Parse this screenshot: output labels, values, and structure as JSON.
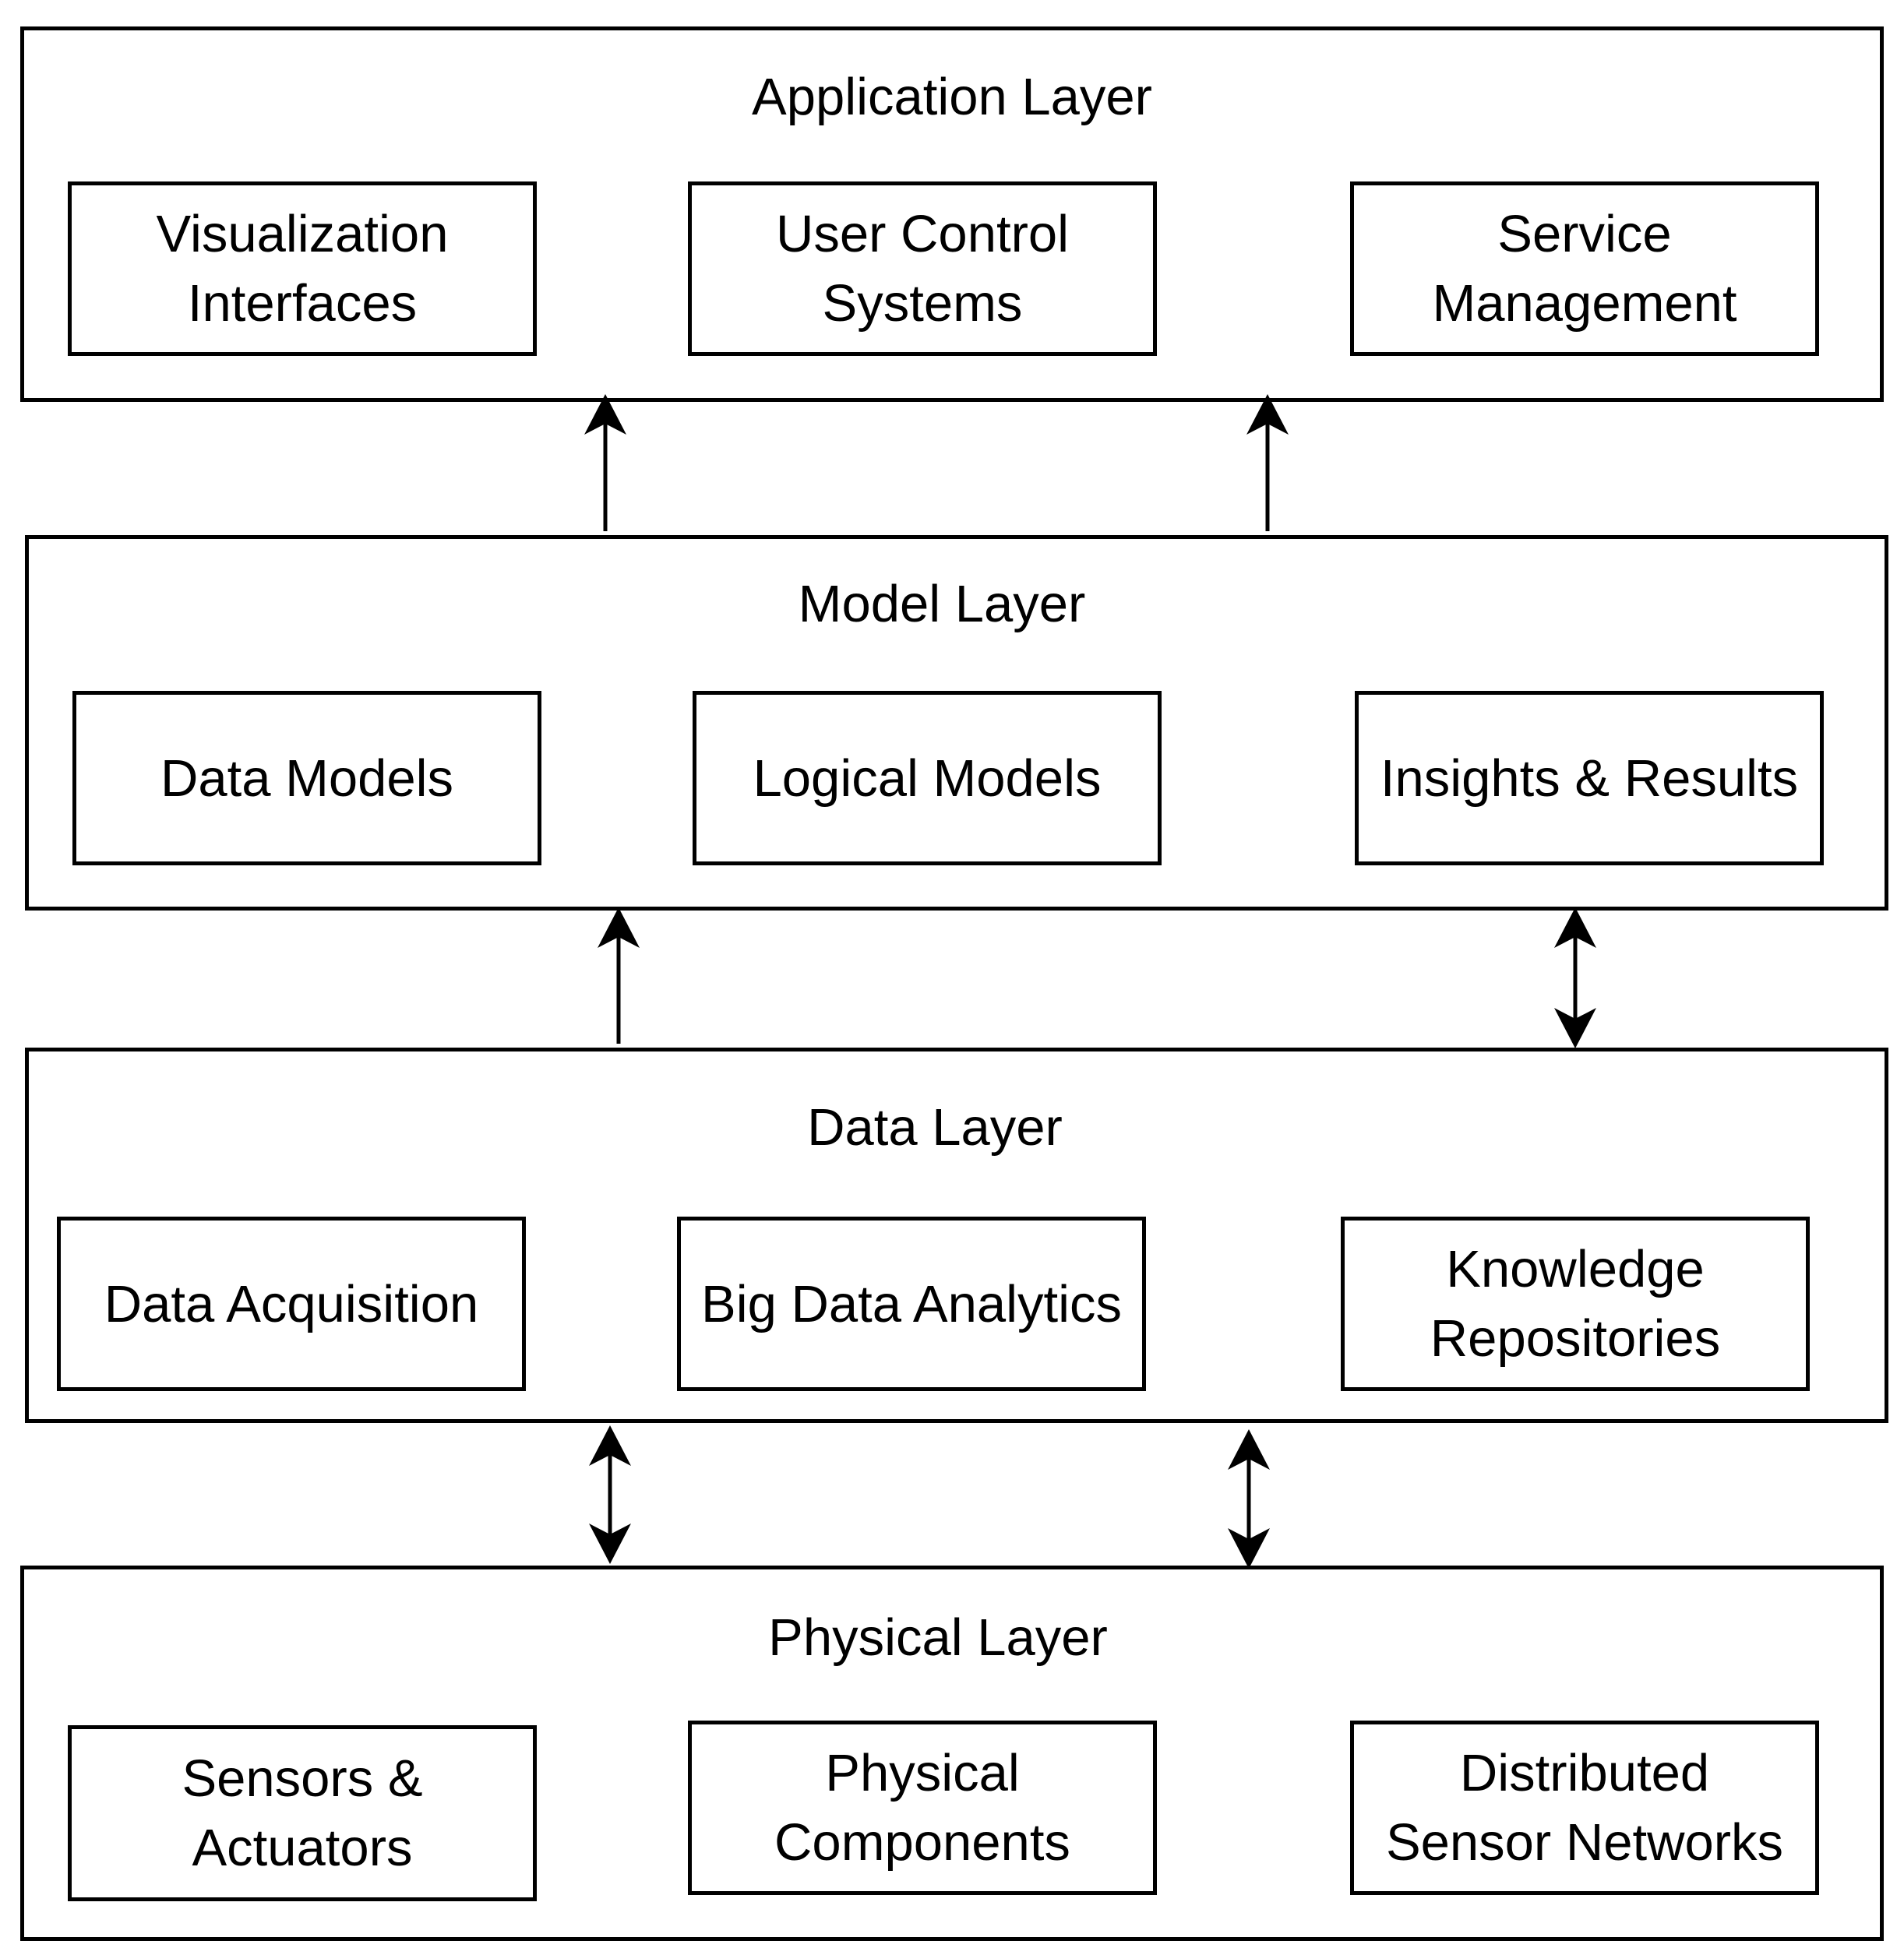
{
  "layers": [
    {
      "title": "Application Layer",
      "components": [
        {
          "line1": "Visualization",
          "line2": "Interfaces"
        },
        {
          "line1": "User Control",
          "line2": "Systems"
        },
        {
          "line1": "Service",
          "line2": "Management"
        }
      ]
    },
    {
      "title": "Model Layer",
      "components": [
        {
          "line1": "Data Models",
          "line2": ""
        },
        {
          "line1": "Logical Models",
          "line2": ""
        },
        {
          "line1": "Insights & Results",
          "line2": ""
        }
      ]
    },
    {
      "title": "Data Layer",
      "components": [
        {
          "line1": "Data Acquisition",
          "line2": ""
        },
        {
          "line1": "Big Data Analytics",
          "line2": ""
        },
        {
          "line1": "Knowledge",
          "line2": "Repositories"
        }
      ]
    },
    {
      "title": "Physical Layer",
      "components": [
        {
          "line1": "Sensors &",
          "line2": "Actuators"
        },
        {
          "line1": "Physical",
          "line2": "Components"
        },
        {
          "line1": "Distributed",
          "line2": "Sensor Networks"
        }
      ]
    }
  ],
  "connections": [
    {
      "from": "Model Layer",
      "to": "Application Layer",
      "direction": "up"
    },
    {
      "from": "Model Layer",
      "to": "Application Layer",
      "direction": "up"
    },
    {
      "from": "Data Layer",
      "to": "Model Layer",
      "direction": "up"
    },
    {
      "from": "Data Layer",
      "to": "Model Layer",
      "direction": "bidirectional"
    },
    {
      "from": "Physical Layer",
      "to": "Data Layer",
      "direction": "bidirectional"
    },
    {
      "from": "Physical Layer",
      "to": "Data Layer",
      "direction": "bidirectional"
    }
  ]
}
